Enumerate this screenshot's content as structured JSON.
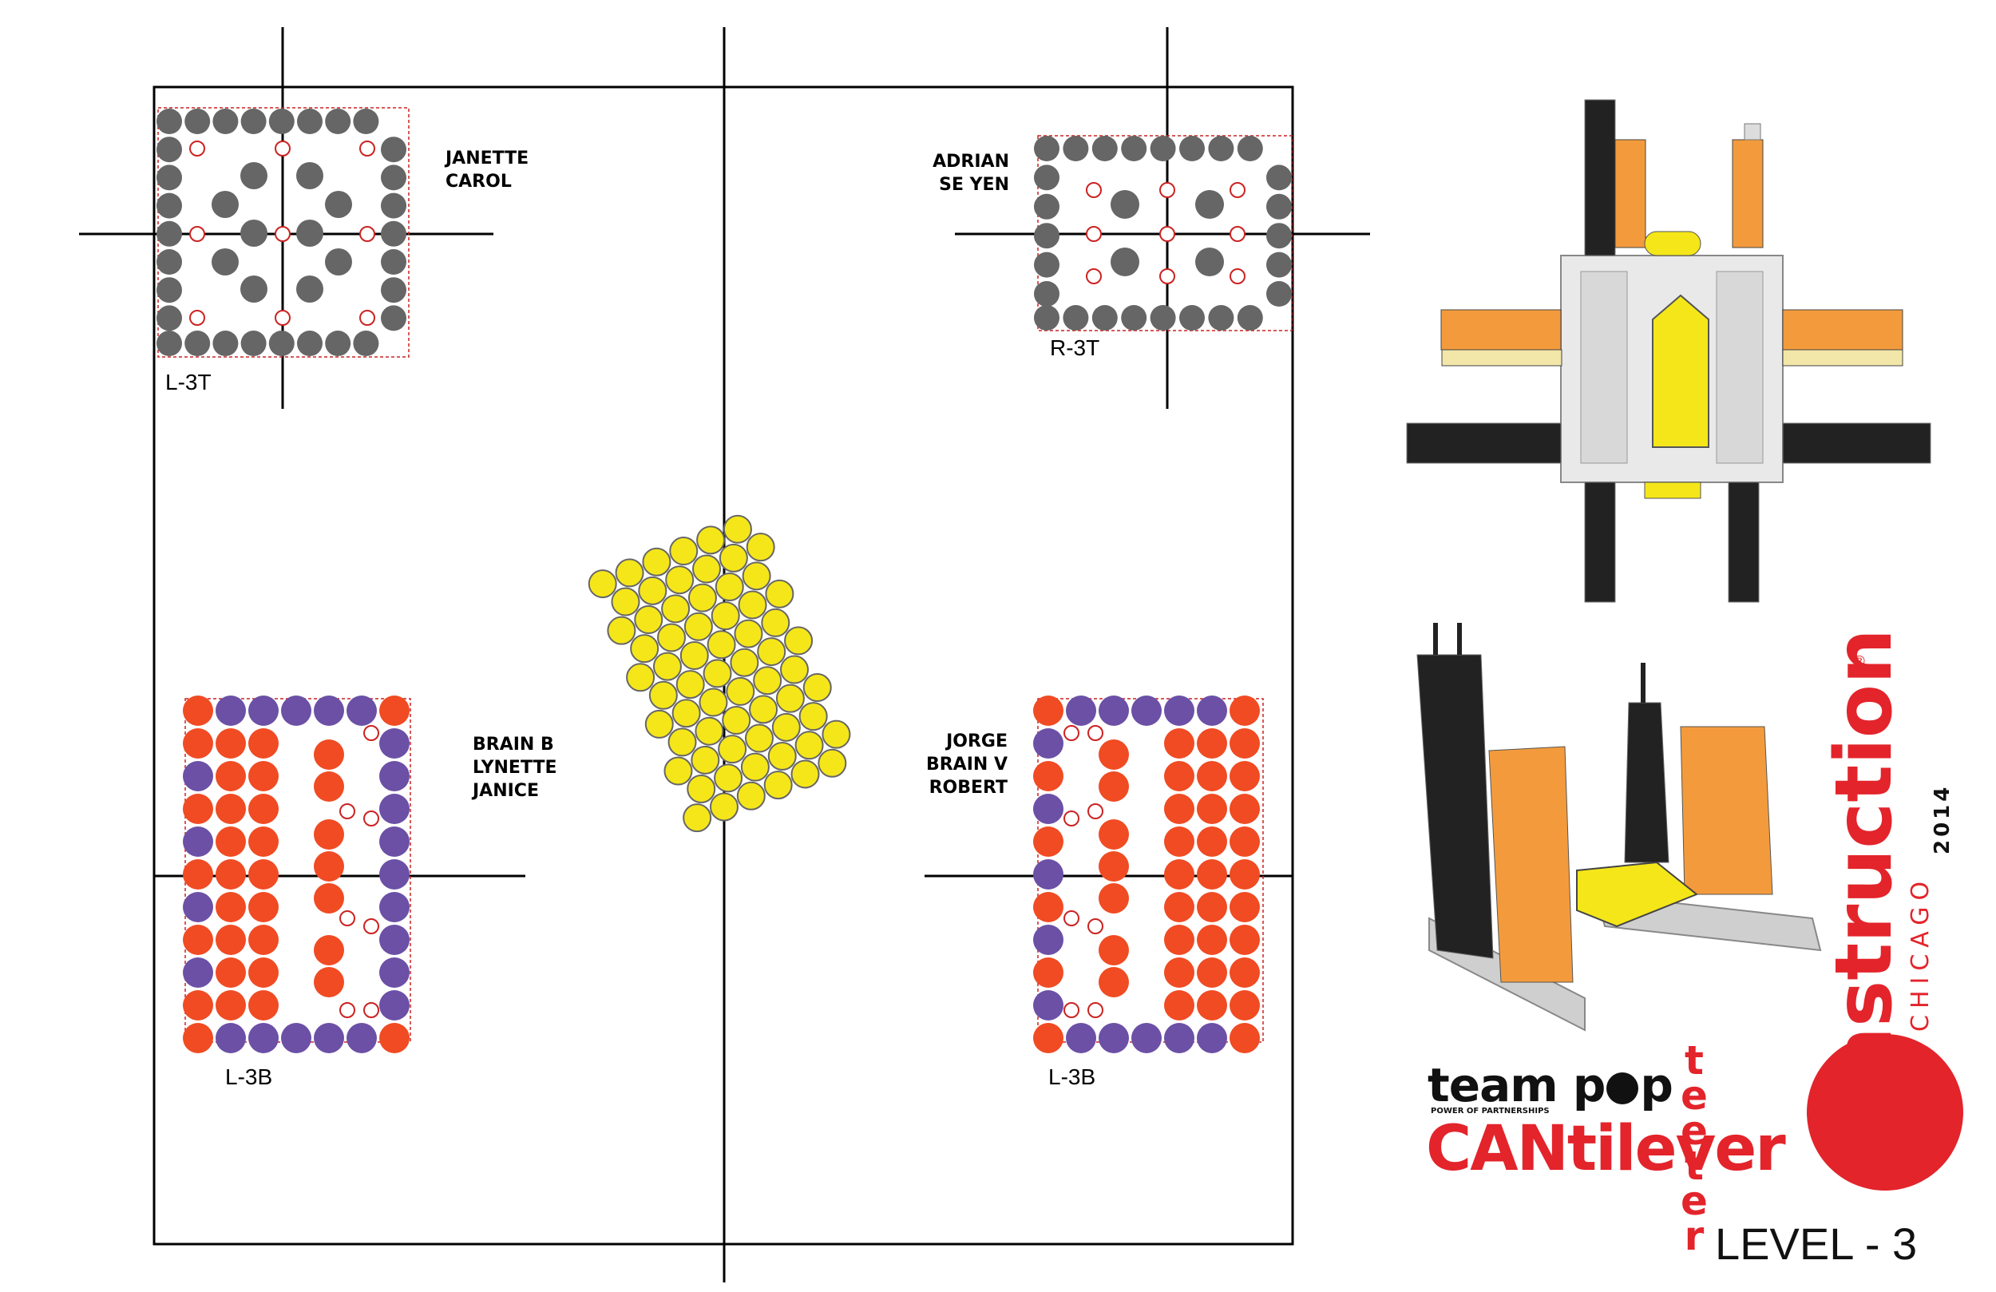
{
  "groups": {
    "top_left": {
      "names": "JANETTE\nCAROL",
      "tag": "L-3T"
    },
    "top_right": {
      "names": "ADRIAN\nSE YEN",
      "tag": "R-3T"
    },
    "bottom_left": {
      "names": "BRAIN B\nLYNETTE\nJANICE",
      "tag": "L-3B"
    },
    "bottom_right": {
      "names": "JORGE\nBRAIN V\nROBERT",
      "tag": "L-3B"
    }
  },
  "branding": {
    "team": "team p",
    "team_end": "p",
    "team_sub": "POWER OF PARTNERSHIPS",
    "project": "CANtilever",
    "vertical": "t\ne\ne\nt\ne\nr",
    "level": "LEVEL - 3",
    "canstruction": "canstruction",
    "registered": "®",
    "city": "CHICAGO",
    "year": "2014"
  },
  "colors": {
    "gray_can": "#666666",
    "orange_can": "#f04b23",
    "purple_can": "#6b50a6",
    "yellow_can": "#f5e61a",
    "marker_red": "#cc2222",
    "brand_red": "#e3242b"
  }
}
